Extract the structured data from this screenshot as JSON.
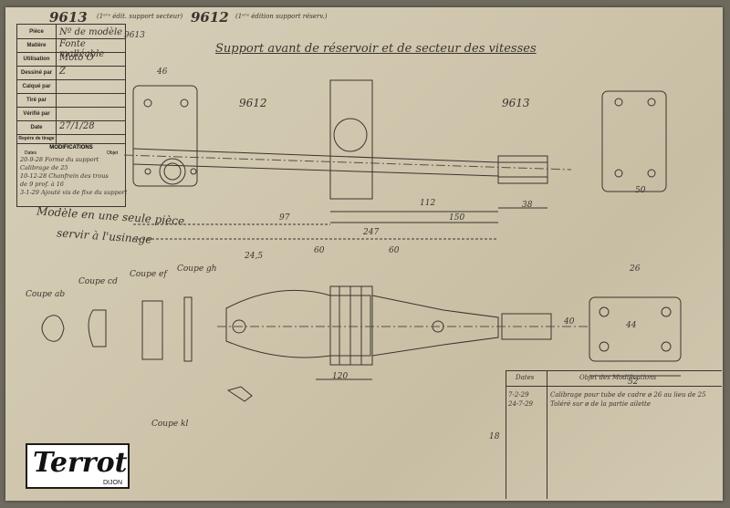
{
  "header": {
    "part_no_1": "9613",
    "note_1": "(1ᵉʳᵉ édit. support secteur)",
    "part_no_2": "9612",
    "note_2": "(1ᵉʳᵉ édition support réserv.)",
    "title": "Support avant de réservoir et de secteur des vitesses"
  },
  "title_block": {
    "rows": [
      {
        "label": "Pièce",
        "value": "Nº de modèle"
      },
      {
        "label": "Matière",
        "value": "Fonte malléable"
      },
      {
        "label": "Utilisation",
        "value": "Moto O"
      },
      {
        "label": "Dessiné par",
        "value": "Z"
      },
      {
        "label": "Calqué par",
        "value": ""
      },
      {
        "label": "Tiré par",
        "value": ""
      },
      {
        "label": "Vérifié par",
        "value": ""
      },
      {
        "label": "Date",
        "value": "27/1/28"
      },
      {
        "label": "Repère de tirage",
        "value": ""
      }
    ],
    "ref": "9613"
  },
  "modifications_left": {
    "title": "MODIFICATIONS",
    "col_date": "Dates",
    "col_obj": "Objet",
    "lines": [
      "20-9-28  Forme du support",
      "            Calibrage de 25",
      "10-12-28  Chanfrein des trous",
      "             de 9 prof. à 16",
      "3-1-29   Ajouté vis de fixe du support"
    ]
  },
  "notes": {
    "model_note_1": "Modèle en une seule pièce",
    "model_note_2": "servir à l'usinage"
  },
  "sections": {
    "ab": "Coupe ab",
    "cd": "Coupe cd",
    "ef": "Coupe ef",
    "gh": "Coupe gh",
    "kl": "Coupe kl",
    "label_9612": "9612",
    "label_9613": "9613"
  },
  "dims": {
    "d97": "97",
    "d247": "247",
    "d112": "112",
    "d150": "150",
    "d38": "38",
    "d120": "120",
    "d60": "60",
    "d52": "52",
    "d44": "44",
    "d46": "46",
    "d26": "26",
    "d50": "50",
    "d245": "24,5",
    "d40": "40",
    "d18": "18",
    "d60b": "60"
  },
  "modifications_right": {
    "col_date": "Dates",
    "col_obj": "Objet des Modifications",
    "rows": [
      {
        "date": "7-2-29",
        "text": "Calibrage pour tube de cadre ø 26 au lieu de 25"
      },
      {
        "date": "24-7-29",
        "text": "Toléré sur ø de la partie ailette"
      }
    ]
  },
  "logo": {
    "brand": "Terrot",
    "city": "DIJON"
  },
  "colors": {
    "paper": "#d2c9b1",
    "ink": "#3a342e",
    "frame": "#6f6a5e"
  }
}
